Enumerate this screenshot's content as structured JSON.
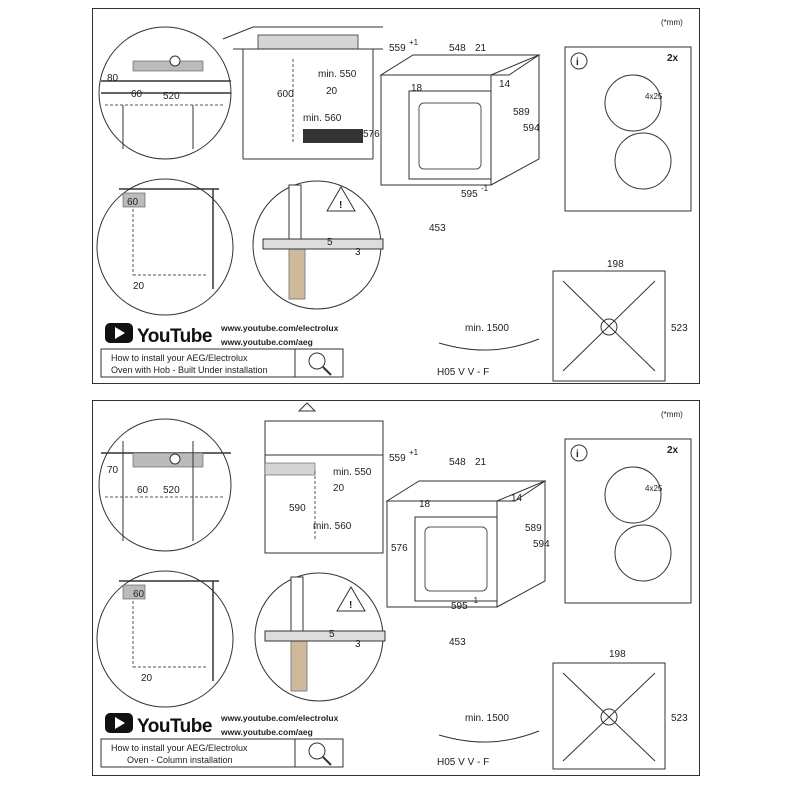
{
  "panels": [
    {
      "unit_note": "(*mm)",
      "quantity": "2x",
      "cable_label": "H05 V V - F",
      "youtube_word": "YouTube",
      "urls": [
        "www.youtube.com/electrolux",
        "www.youtube.com/aeg"
      ],
      "video_title_line1": "How to install your AEG/Electrolux",
      "video_title_line2": "Oven with Hob - Built Under installation",
      "dims": {
        "d80": "80",
        "d60a": "60",
        "d520": "520",
        "d600": "600",
        "d20a": "20",
        "min550": "min. 550",
        "min560": "min. 560",
        "d60b": "60",
        "d20b": "20",
        "d5": "5",
        "d3": "3",
        "d559": "559",
        "d559sup": "+1",
        "d548": "548",
        "d21": "21",
        "d18": "18",
        "d14": "14",
        "d589": "589",
        "d594": "594",
        "d576": "576",
        "d595": "595",
        "d595sup": "-1",
        "d453": "453",
        "screw": "4x25",
        "d198": "198",
        "d523": "523",
        "min1500": "min. 1500"
      }
    },
    {
      "unit_note": "(*mm)",
      "quantity": "2x",
      "cable_label": "H05 V V - F",
      "youtube_word": "YouTube",
      "urls": [
        "www.youtube.com/electrolux",
        "www.youtube.com/aeg"
      ],
      "video_title_line1": "How to install your AEG/Electrolux",
      "video_title_line2": "Oven - Column installation",
      "dims": {
        "d80": "70",
        "d60a": "60",
        "d520": "520",
        "d600": "590",
        "d20a": "20",
        "min550": "min. 550",
        "min560": "min. 560",
        "d60b": "60",
        "d20b": "20",
        "d5": "5",
        "d3": "3",
        "d559": "559",
        "d559sup": "+1",
        "d548": "548",
        "d21": "21",
        "d18": "18",
        "d14": "14",
        "d589": "589",
        "d594": "594",
        "d576": "576",
        "d595": "595",
        "d595sup": "-1",
        "d453": "453",
        "screw": "4x25",
        "d198": "198",
        "d523": "523",
        "min1500": "min. 1500"
      }
    }
  ]
}
